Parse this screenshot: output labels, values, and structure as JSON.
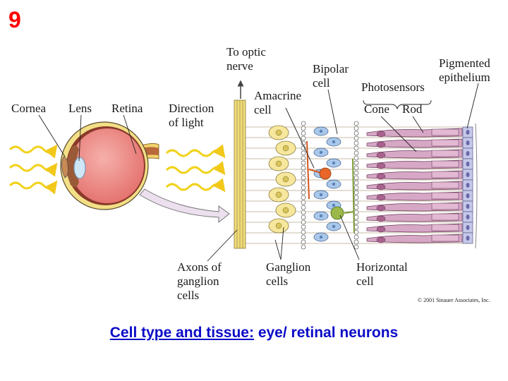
{
  "slide": {
    "number": "9"
  },
  "labels": {
    "cornea": "Cornea",
    "lens": "Lens",
    "retina": "Retina",
    "direction_of_light": "Direction\nof light",
    "to_optic_nerve": "To optic\nnerve",
    "amacrine_cell": "Amacrine\ncell",
    "bipolar_cell": "Bipolar\ncell",
    "photosensors": "Photosensors",
    "cone": "Cone",
    "rod": "Rod",
    "pigmented_epithelium": "Pigmented\nepithelium",
    "axons_of_ganglion_cells": "Axons of\nganglion\ncells",
    "ganglion_cells": "Ganglion\ncells",
    "horizontal_cell": "Horizontal\ncell"
  },
  "copyright": "© 2001 Sinauer Associates, Inc.",
  "caption": {
    "link_text": "Cell type and tissue:",
    "rest_text": " eye/ retinal neurons"
  },
  "colors": {
    "slide_number": "#ff0000",
    "caption": "#0b0bc8",
    "light_waves": "#f2d21a",
    "eyeball": "#ec8a86",
    "ganglion": "#f6e79c",
    "bipolar": "#a9c8ea",
    "amacrine": "#e8662a",
    "horizontal": "#9cb84a",
    "photoreceptor": "#d7a7c6",
    "epithelium": "#c6c8ea"
  }
}
